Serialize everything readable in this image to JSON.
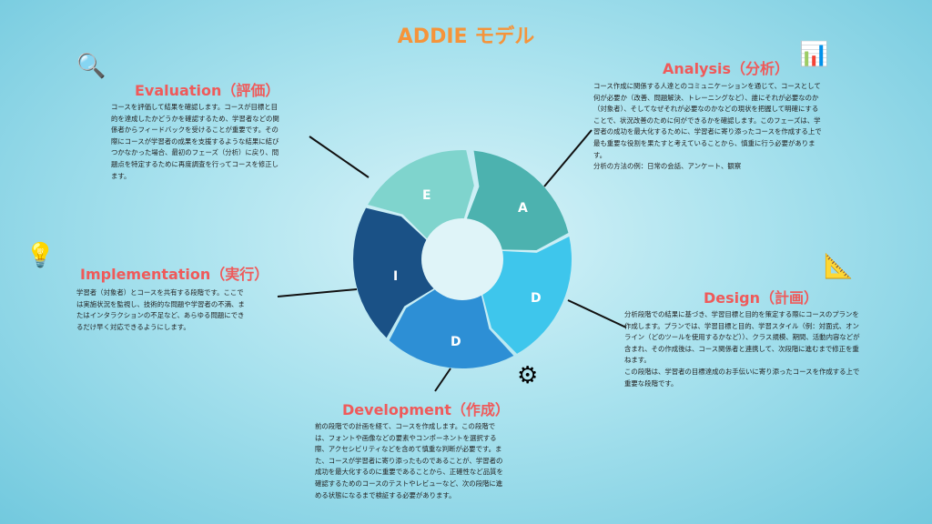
{
  "title": "ADDIE モデル",
  "colors": {
    "evaluation": "#7fd4cd",
    "analysis": "#4cb2af",
    "design": "#3ec6ec",
    "development": "#2d8fd5",
    "implementation": "#1a5186",
    "heading": "#ef5a5a",
    "title": "#f5943a"
  },
  "cycle": {
    "e": "E",
    "a": "A",
    "d1": "D",
    "d2": "D",
    "i": "I"
  },
  "sections": {
    "evaluation": {
      "heading": "Evaluation（評価）",
      "body": "コースを評価して結果を確認します。コースが目標と目\n的を達成したかどうかを確認するため、学習者などの関\n係者からフィードバックを受けることが重要です。その\n際にコースが学習者の成果を支援するような結果に結び\nつかなかった場合、最初のフェーズ（分析）に戻り、問\n題点を特定するために再度調査を行ってコースを修正し\nます。"
    },
    "analysis": {
      "heading": "Analysis（分析）",
      "body": "コース作成に関係する人達とのコミュニケーションを通じて、コースとして\n何が必要か（改善、問題解決、トレーニングなど）、誰にそれが必要なのか\n（対象者）、そしてなぜそれが必要なのかなどの現状を把握して明確にする\nことで、状況改善のために何ができるかを確認します。このフェーズは、学\n習者の成功を最大化するために、学習者に寄り添ったコースを作成する上で\n最も重要な役割を果たすと考えていることから、慎重に行う必要がありま\nす。\n分析の方法の例：日常の会話、アンケート、観察"
    },
    "design": {
      "heading": "Design（計画）",
      "body": "分析段階での結果に基づき、学習目標と目的を策定する際にコースのプランを\n作成します。プランでは、学習目標と目的、学習スタイル（例：対面式、オン\nライン（どのツールを使用するかなど））、クラス規模、期間、活動内容などが\n含まれ、その作成後は、コース関係者と連携して、次段階に進むまで修正を重\nねます。\nこの段階は、学習者の目標達成のお手伝いに寄り添ったコースを作成する上で\n重要な段階です。"
    },
    "development": {
      "heading": "Development（作成）",
      "body": "前の段階での計画を経て、コースを作成します。この段階で\nは、フォントや画像などの要素やコンポーネントを選択する\n際、アクセシビリティなどを含めて慎重な判断が必要です。ま\nた、コースが学習者に寄り添ったものであることが、学習者の\n成功を最大化するのに重要であることから、正確性など品質を\n確認するためのコースのテストやレビューなど、次の段階に進\nめる状態になるまで検証する必要があります。"
    },
    "implementation": {
      "heading": "Implementation（実行）",
      "body": "学習者（対象者）とコースを共有する段階です。ここで\nは実施状況を監視し、技術的な問題や学習者の不満、ま\nたはインタラクションの不足など、あらゆる問題にでき\nるだけ早く対応できるようにします。"
    }
  }
}
